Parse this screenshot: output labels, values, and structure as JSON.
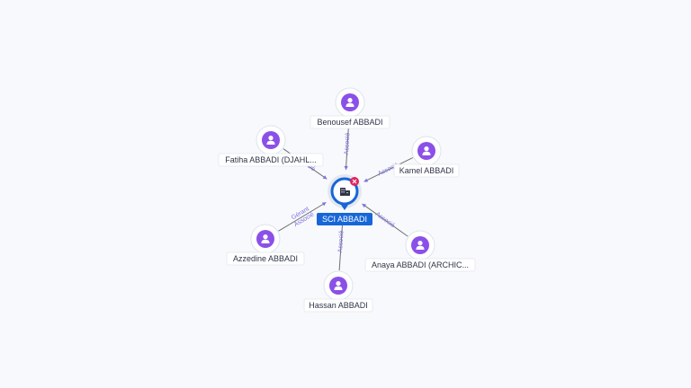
{
  "center": {
    "label": "SCI ABBADI",
    "icon": "building-icon",
    "badge_icon": "close-icon"
  },
  "nodes": [
    {
      "id": "benousef",
      "label": "Benousef ABBADI",
      "icon": "person-icon",
      "relations": [
        "Associé"
      ]
    },
    {
      "id": "kamel",
      "label": "Kamel ABBADI",
      "icon": "person-icon",
      "relations": [
        "Associé"
      ]
    },
    {
      "id": "anaya",
      "label": "Anaya ABBADI (ARCHIC...",
      "icon": "person-icon",
      "relations": [
        "Associé"
      ]
    },
    {
      "id": "hassan",
      "label": "Hassan ABBADI",
      "icon": "person-icon",
      "relations": [
        "Associé"
      ]
    },
    {
      "id": "azzedine",
      "label": "Azzedine ABBADI",
      "icon": "person-icon",
      "relations": [
        "Gérant",
        "Associé"
      ]
    },
    {
      "id": "fatiha",
      "label": "Fatiha ABBADI (DJAHL...",
      "icon": "person-icon",
      "relations": [
        "Associé"
      ]
    }
  ],
  "colors": {
    "background": "#f8f9fc",
    "person_node": "#8b50e8",
    "center_accent": "#1766d8",
    "edge_label": "#7b6fe0",
    "badge": "#e0245e"
  }
}
